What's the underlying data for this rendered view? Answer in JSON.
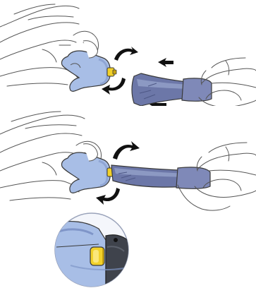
{
  "title": "",
  "colors": {
    "outline": "#3a3a3a",
    "hand_stroke": "#555555",
    "adapter_body": "#a8bee6",
    "adapter_shadow": "#7f95c8",
    "instrument_body": "#6c77a8",
    "instrument_light": "#95a1c9",
    "instrument_dark": "#4e5886",
    "connector_yellow": "#f2d12a",
    "connector_yellow_dark": "#c9a40f",
    "arrow": "#111111",
    "inset_bg": "#f4f6fb",
    "inset_grey": "#3f434c"
  },
  "steps": [
    {
      "id": "step-1",
      "action": "align-and-push",
      "rotation": "counter-rotate"
    },
    {
      "id": "step-2",
      "action": "connected",
      "rotation": "counter-rotate"
    },
    {
      "id": "detail",
      "action": "zoom-inset"
    }
  ],
  "icons": [
    "rotate-arrow-icon",
    "push-arrow-icon"
  ]
}
